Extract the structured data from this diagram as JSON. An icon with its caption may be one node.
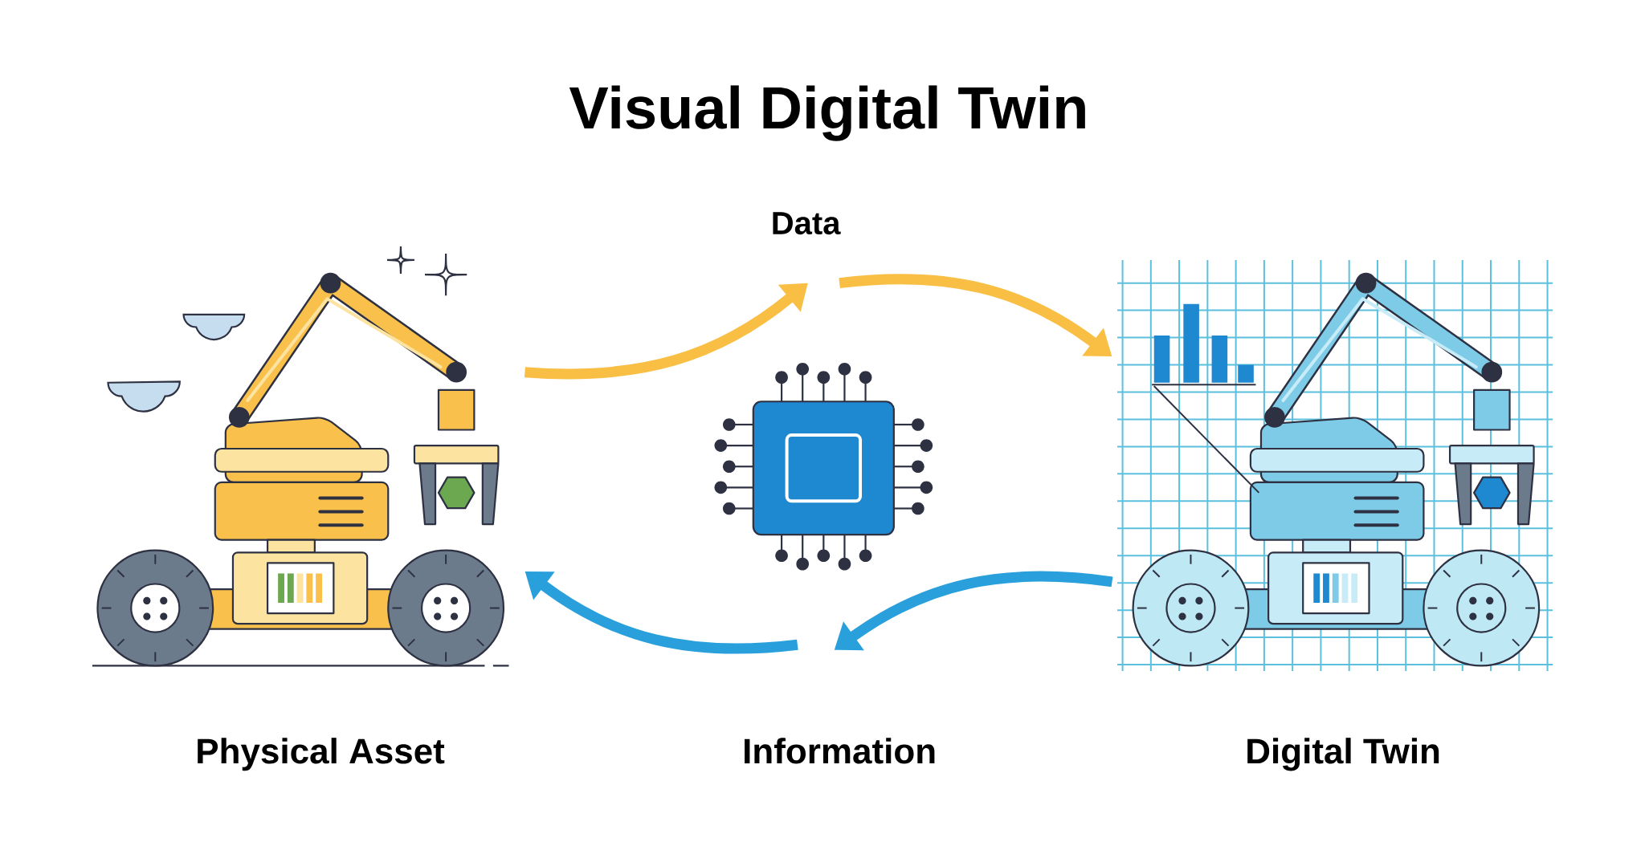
{
  "diagram": {
    "title": "Visual Digital Twin",
    "nodes": [
      {
        "text": [
          "Physical Asset"
        ]
      },
      {
        "text": [
          "Information"
        ]
      },
      {
        "text": [
          "Digital Twin"
        ]
      },
      {
        "text": [],
        "shape": "picture",
        "in": 2
      }
    ],
    "edges": [
      {
        "from": 0,
        "to": 1,
        "arrow": "to",
        "color": "#f9bf45"
      },
      {
        "from": 1,
        "to": 2,
        "arrow": "to",
        "color": "#f9bf45"
      },
      {
        "from": 2,
        "to": 1,
        "arrow": "to",
        "color": "#29a0dc"
      },
      {
        "from": 1,
        "to": 0,
        "arrow": "to",
        "color": "#29a0dc"
      },
      {
        "from": 3,
        "to": 2,
        "arrow": "none",
        "color": "#2d3142"
      }
    ],
    "labels": [
      "Data"
    ]
  }
}
